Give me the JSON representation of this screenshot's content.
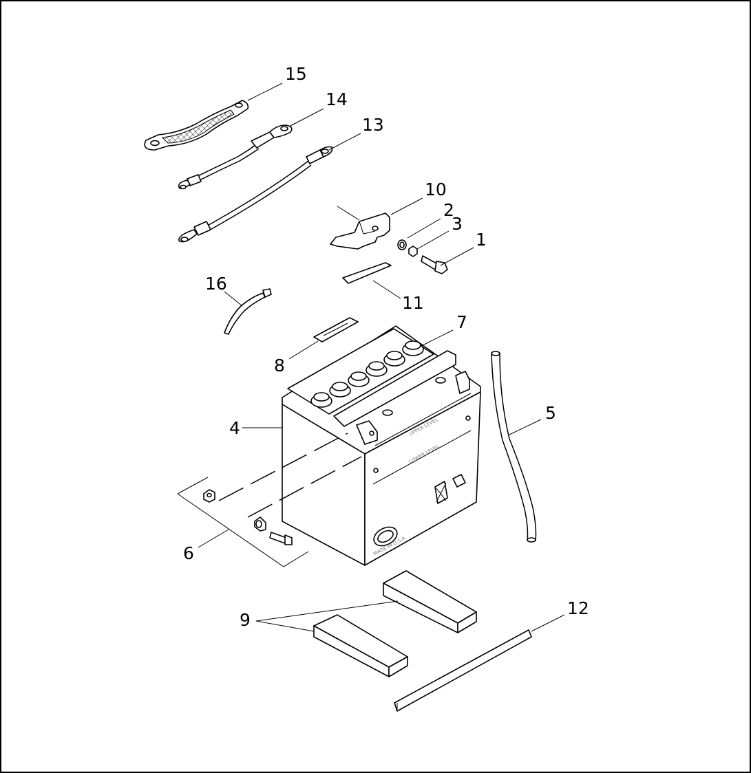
{
  "labels": {
    "p1": "1",
    "p2": "2",
    "p3": "3",
    "p4": "4",
    "p5": "5",
    "p6": "6",
    "p7": "7",
    "p8": "8",
    "p9": "9",
    "p10": "10",
    "p11": "11",
    "p12": "12",
    "p13": "13",
    "p14": "14",
    "p15": "15",
    "p16": "16"
  },
  "battery_text": {
    "upper_level": "UPPER LEVEL",
    "lower_level": "LOWER LEVEL",
    "made_in": "MADE IN U.S.A."
  }
}
